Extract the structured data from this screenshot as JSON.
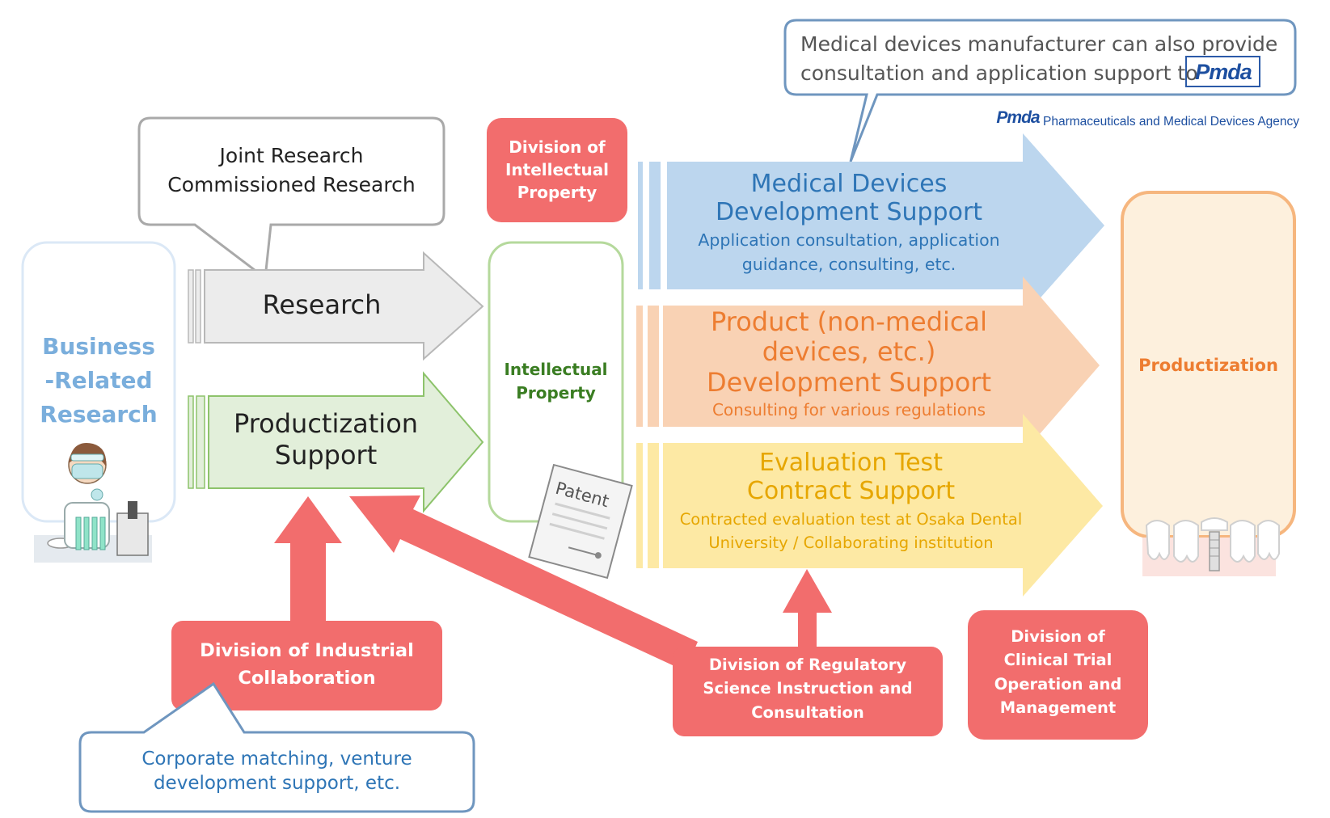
{
  "pmda": {
    "callout_line1": "Medical devices manufacturer can also provide",
    "callout_line2": "consultation and application support to",
    "logo_text": "Pmda",
    "agency_name": "Pharmaceuticals and Medical Devices Agency"
  },
  "research_callout": {
    "line1": "Joint Research",
    "line2": "Commissioned Research"
  },
  "business_research": {
    "line1": "Business",
    "line2": "-Related",
    "line3": "Research"
  },
  "research_arrow": {
    "label": "Research"
  },
  "productization_support_arrow": {
    "line1": "Productization",
    "line2": "Support"
  },
  "division_ip": {
    "line1": "Division of",
    "line2": "Intellectual",
    "line3": "Property"
  },
  "intellectual_property": {
    "line1": "Intellectual",
    "line2": "Property",
    "patent_label": "Patent"
  },
  "medical_devices": {
    "title1": "Medical Devices",
    "title2": "Development Support",
    "sub1": "Application consultation, application",
    "sub2": "guidance, consulting, etc."
  },
  "product_non_medical": {
    "title1": "Product (non-medical",
    "title2": "devices, etc.)",
    "title3": "Development Support",
    "sub1": "Consulting for various regulations"
  },
  "evaluation_test": {
    "title1": "Evaluation Test",
    "title2": "Contract Support",
    "sub1": "Contracted evaluation test at Osaka Dental",
    "sub2": "University / Collaborating institution"
  },
  "productization": {
    "label": "Productization"
  },
  "division_industrial": {
    "line1": "Division of Industrial",
    "line2": "Collaboration"
  },
  "corporate_callout": {
    "line1": "Corporate matching, venture",
    "line2": "development support, etc."
  },
  "division_regulatory": {
    "line1": "Division of Regulatory",
    "line2": "Science Instruction and",
    "line3": "Consultation"
  },
  "division_clinical": {
    "line1": "Division of",
    "line2": "Clinical Trial",
    "line3": "Operation and",
    "line4": "Management"
  },
  "colors": {
    "blue_arrow": "#bcd6ee",
    "blue_text": "#2e75b6",
    "orange_arrow": "#f9d2b4",
    "orange_text": "#ed7d31",
    "yellow_arrow": "#fde9a4",
    "yellow_text": "#e6a600",
    "green_arrow": "#e2efda",
    "green_text": "#3a7d22",
    "red_box": "#f26d6d",
    "gray_arrow": "#ececec",
    "light_blue_text": "#7aaedc"
  }
}
